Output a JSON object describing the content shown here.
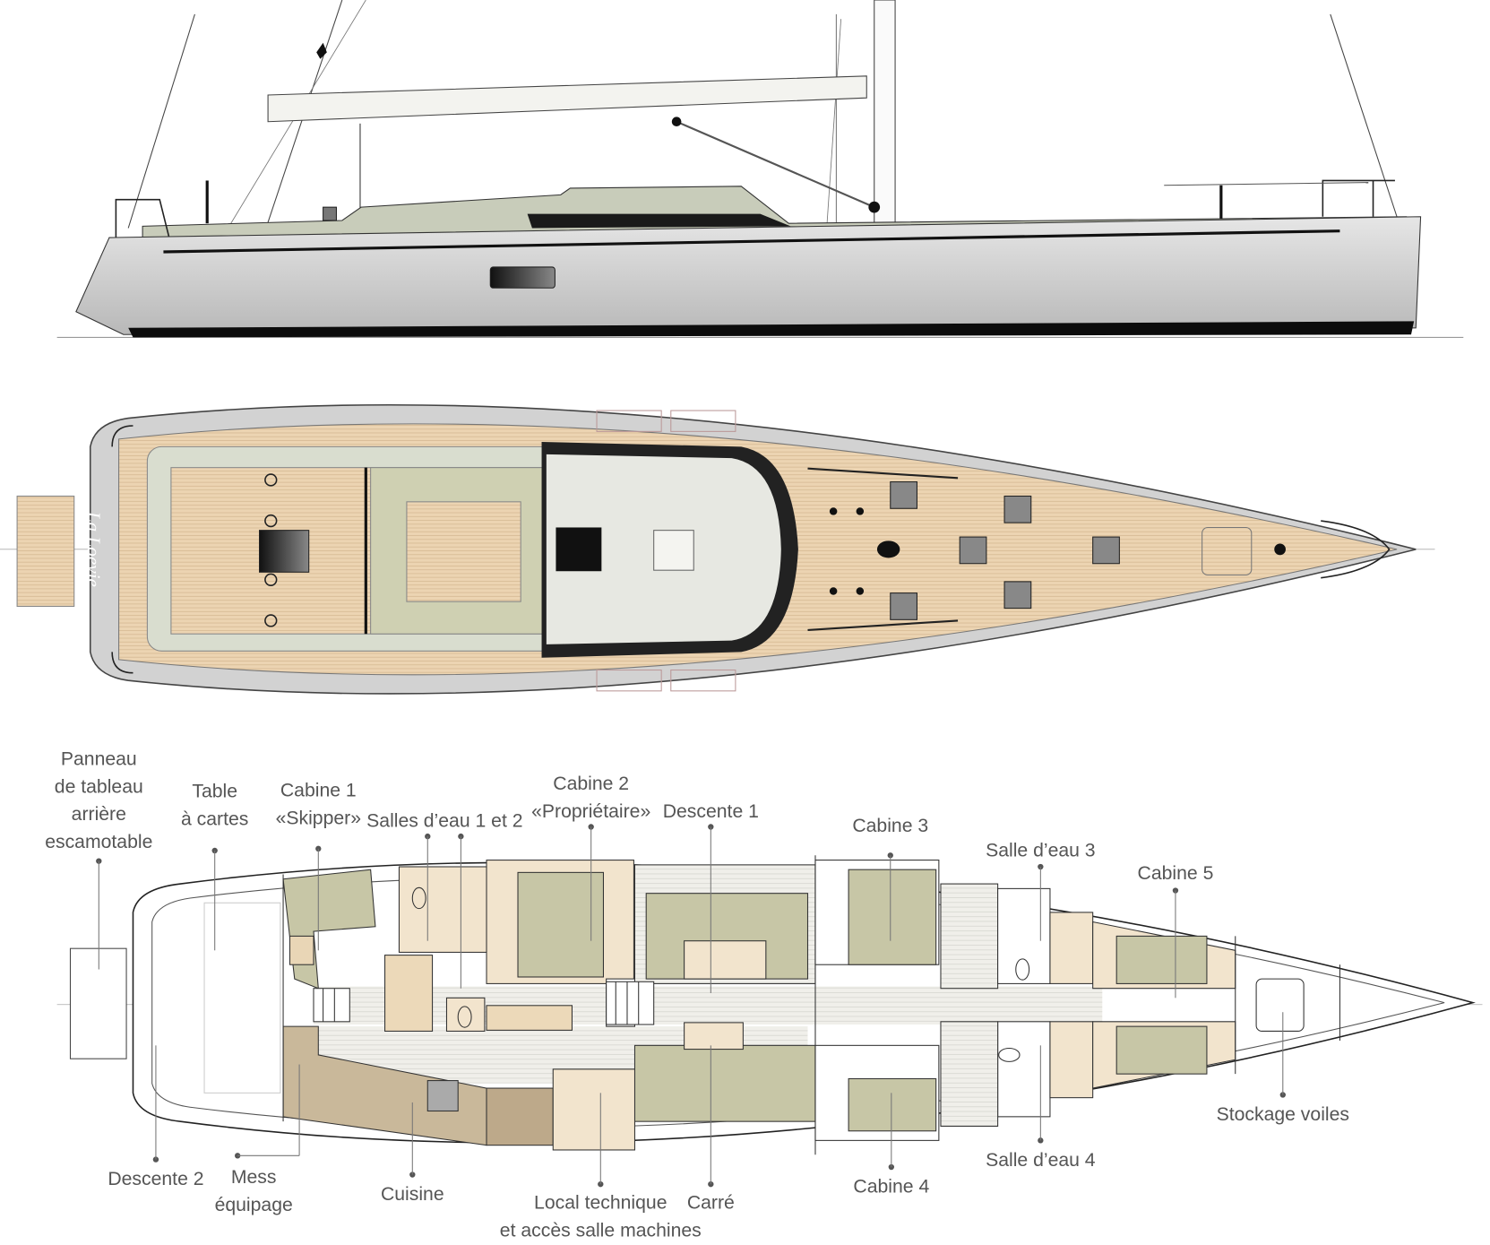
{
  "logo": {
    "text": "La Loevie"
  },
  "colors": {
    "deck": "#ecd4b2",
    "hull": "#c9c9c9",
    "cabin_green": "#c7c6a6",
    "cabin_brown": "#c9b89a",
    "wet_floor": "#f2e4cd"
  },
  "labels": {
    "panneau": [
      "Panneau",
      "de tableau",
      "arrière",
      "escamotable"
    ],
    "table_cartes": [
      "Table",
      "à cartes"
    ],
    "cabine1": [
      "Cabine 1",
      "«Skipper»"
    ],
    "salles_eau_12": "Salles d’eau 1 et 2",
    "cabine2": [
      "Cabine 2",
      "«Propriétaire»"
    ],
    "descente1": "Descente 1",
    "cabine3": "Cabine 3",
    "salle_eau3": "Salle d’eau 3",
    "cabine5": "Cabine 5",
    "stockage": "Stockage voiles",
    "salle_eau4": "Salle d’eau 4",
    "cabine4": "Cabine 4",
    "carre": "Carré",
    "local_technique": [
      "Local technique",
      "et accès salle machines"
    ],
    "cuisine": "Cuisine",
    "mess": [
      "Mess",
      "équipage"
    ],
    "descente2": "Descente 2"
  }
}
